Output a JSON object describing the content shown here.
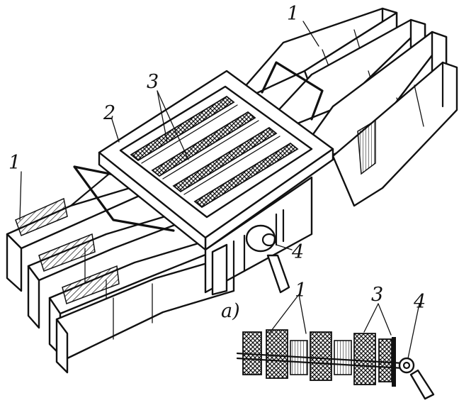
{
  "labels": {
    "strip_left": "1",
    "strip_top": "1",
    "frame": "2",
    "spacers": "3",
    "clamp_screw": "4",
    "view_a": "а)",
    "section_strips": "1",
    "section_spacers": "3",
    "section_screw": "4"
  }
}
